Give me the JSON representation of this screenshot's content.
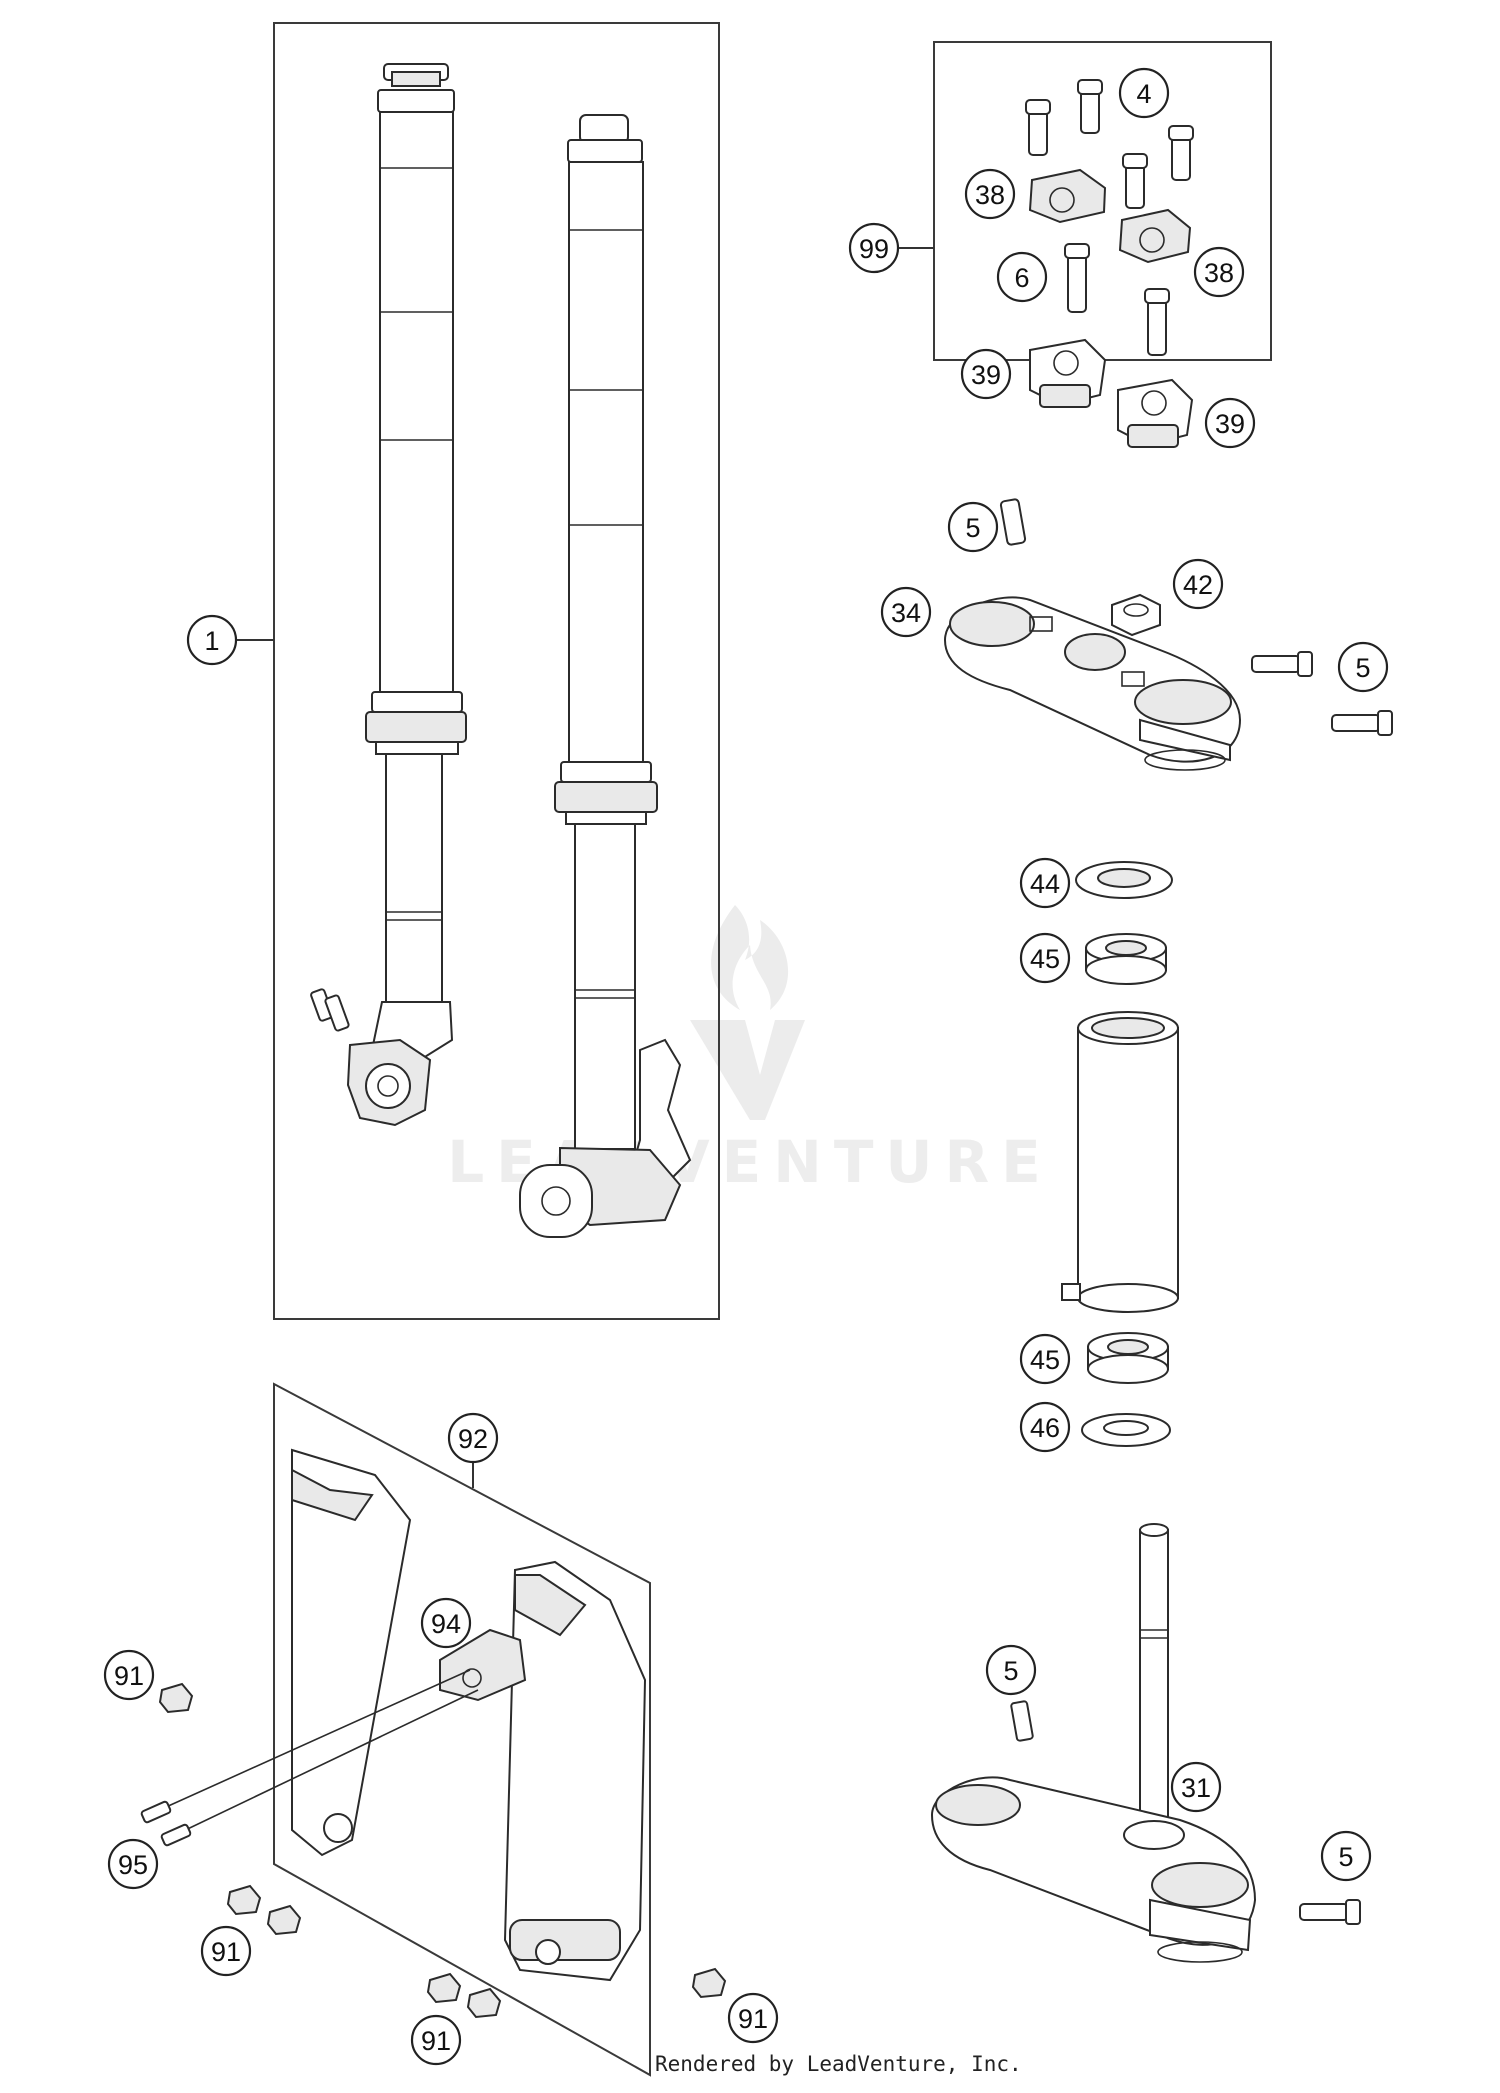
{
  "callouts": [
    {
      "id": "1",
      "label": "1"
    },
    {
      "id": "4",
      "label": "4"
    },
    {
      "id": "38a",
      "label": "38"
    },
    {
      "id": "38b",
      "label": "38"
    },
    {
      "id": "99",
      "label": "99"
    },
    {
      "id": "6",
      "label": "6"
    },
    {
      "id": "39a",
      "label": "39"
    },
    {
      "id": "39b",
      "label": "39"
    },
    {
      "id": "5a",
      "label": "5"
    },
    {
      "id": "42",
      "label": "42"
    },
    {
      "id": "34",
      "label": "34"
    },
    {
      "id": "5b",
      "label": "5"
    },
    {
      "id": "44",
      "label": "44"
    },
    {
      "id": "45a",
      "label": "45"
    },
    {
      "id": "45b",
      "label": "45"
    },
    {
      "id": "46",
      "label": "46"
    },
    {
      "id": "92",
      "label": "92"
    },
    {
      "id": "94",
      "label": "94"
    },
    {
      "id": "91a",
      "label": "91"
    },
    {
      "id": "95",
      "label": "95"
    },
    {
      "id": "91b",
      "label": "91"
    },
    {
      "id": "91c",
      "label": "91"
    },
    {
      "id": "91d",
      "label": "91"
    },
    {
      "id": "5c",
      "label": "5"
    },
    {
      "id": "31",
      "label": "31"
    },
    {
      "id": "5d",
      "label": "5"
    }
  ],
  "watermark": {
    "text": "LEADVENTURE"
  },
  "footer": {
    "text": "Rendered by LeadVenture, Inc."
  }
}
